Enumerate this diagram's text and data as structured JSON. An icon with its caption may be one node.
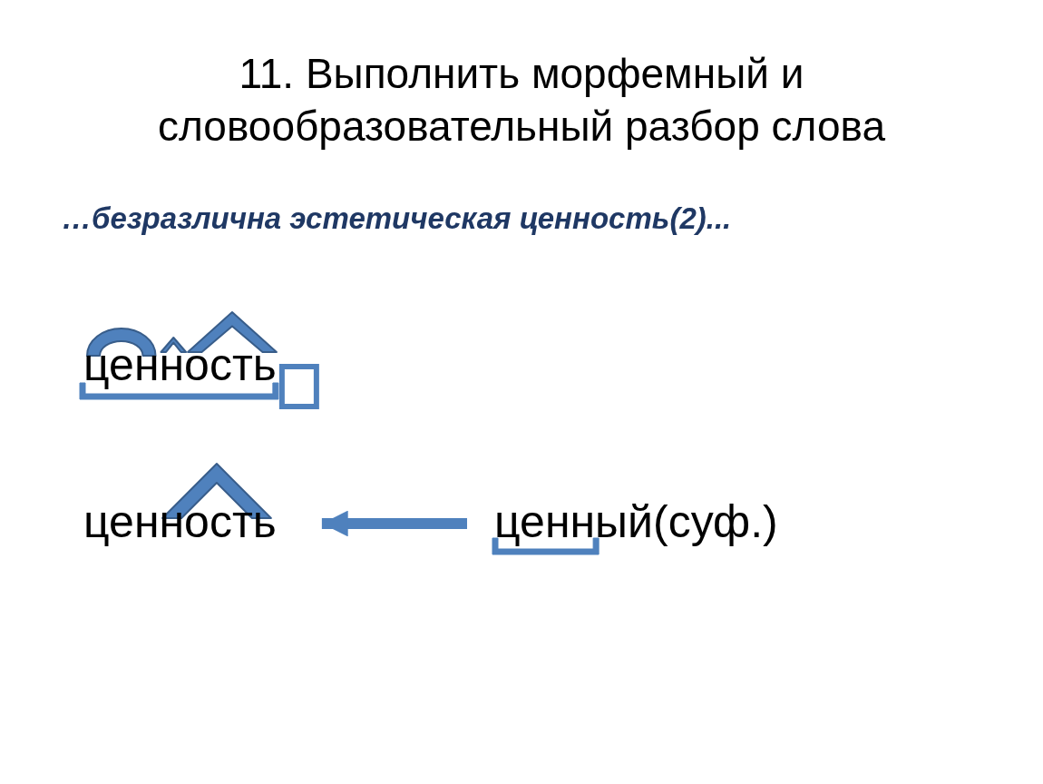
{
  "diagram": {
    "title": "11. Выполнить морфемный и словообразовательный разбор слова",
    "nodes": [
      {
        "text": [
          "ценность"
        ]
      },
      {
        "text": [
          "ценный(суф.)"
        ]
      }
    ],
    "edges": [
      {
        "from": 1,
        "to": 0,
        "arrow": "to"
      }
    ],
    "labels": [
      "…безразлична эстетическая ценность(2)...",
      "ценность"
    ]
  }
}
